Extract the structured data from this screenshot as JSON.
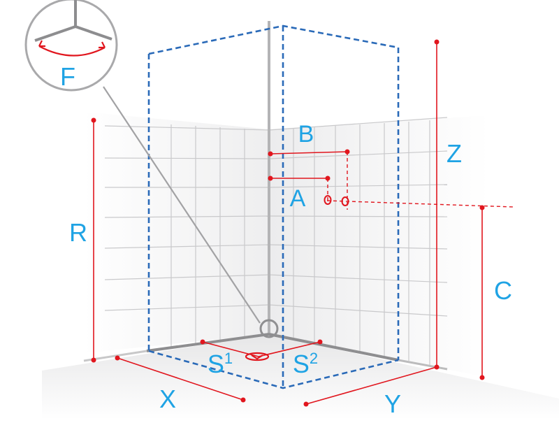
{
  "labels": {
    "F": "F",
    "B": "B",
    "A": "A",
    "Z": "Z",
    "R": "R",
    "C": "C",
    "S1_base": "S",
    "S1_sup": "1",
    "S2_base": "S",
    "S2_sup": "2",
    "X": "X",
    "Y": "Y"
  },
  "colors": {
    "label": "#1fa3e4",
    "dimension": "#e1161e",
    "enclosure": "#2a6ab8",
    "grid": "#c9c9cb",
    "wall_shade": "#ededee"
  }
}
